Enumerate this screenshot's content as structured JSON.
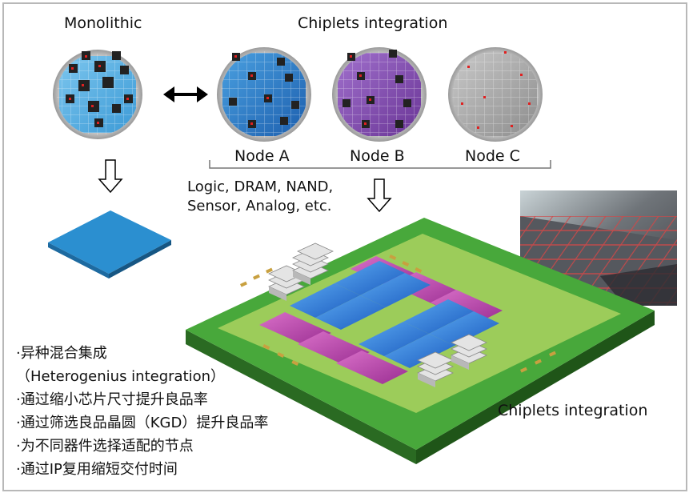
{
  "labels": {
    "monolithic": "Monolithic",
    "chiplets_title": "Chiplets integration",
    "node_a": "Node A",
    "node_b": "Node B",
    "node_c": "Node C",
    "types_line1": "Logic, DRAM, NAND,",
    "types_line2": "Sensor, Analog, etc.",
    "chiplets_caption": "Chiplets integration"
  },
  "bullets": [
    "·异种混合集成",
    "（Heterogenius integration）",
    "·通过缩小芯片尺寸提升良品率",
    "·通过筛选良品晶圆（KGD）提升良品率",
    "·为不同器件选择适配的节点",
    "·通过IP复用缩短交付时间"
  ],
  "colors": {
    "wafer_blue": "#5ab0e0",
    "wafer_node_a": "#2f86cf",
    "wafer_node_b": "#8a4fb8",
    "wafer_node_c": "#a8a8a8",
    "substrate_green": "#46a83a",
    "chip_blue": "#2f7fd8",
    "chip_magenta": "#c64fb8",
    "die_red_marks": "#e02020"
  }
}
